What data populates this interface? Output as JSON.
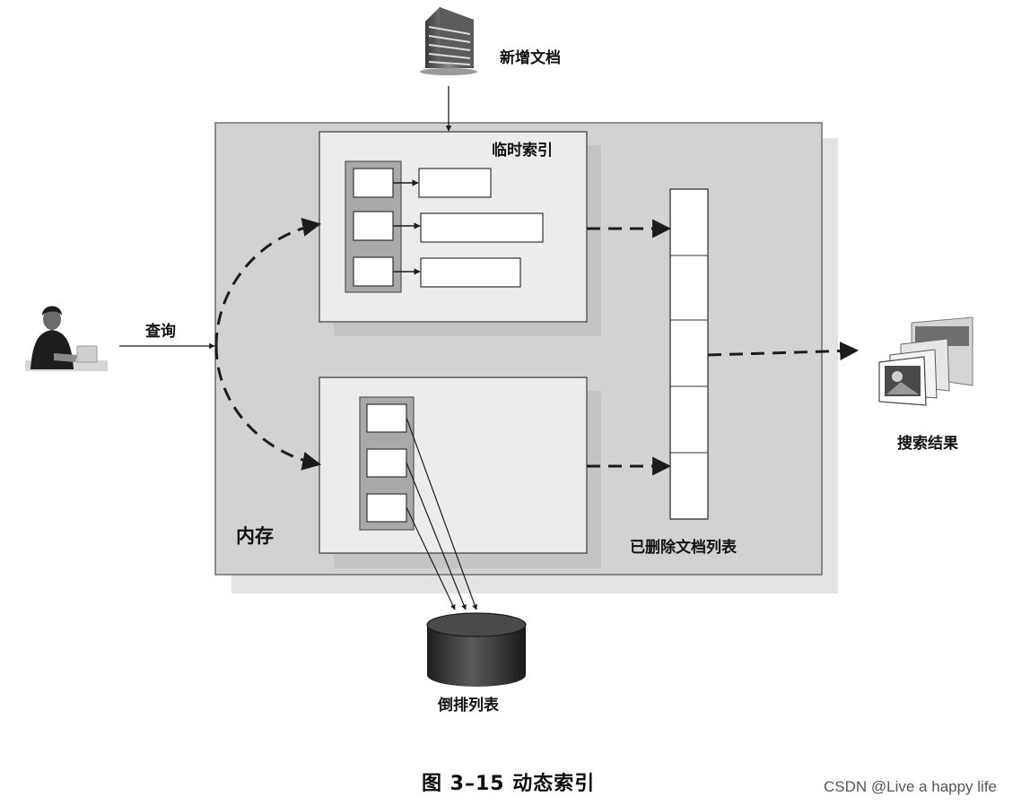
{
  "labels": {
    "new_document": "新增文档",
    "temp_index": "临时索引",
    "query": "查询",
    "memory": "内存",
    "deleted_doc_list": "已删除文档列表",
    "search_results": "搜索结果",
    "inverted_list": "倒排列表"
  },
  "caption": "图 3–15   动态索引",
  "watermark": "CSDN @Live a happy life",
  "icons": {
    "new_document": "building-icon",
    "user": "person-at-computer-icon",
    "results": "stacked-photos-icon",
    "inverted_list": "database-cylinder-icon"
  },
  "colors": {
    "memory_panel": "#d2d2d2",
    "index_box": "#ececec",
    "dictionary_column": "#a9a9a9",
    "arrow": "#1c1c1c",
    "database": "#2f2f2f"
  }
}
